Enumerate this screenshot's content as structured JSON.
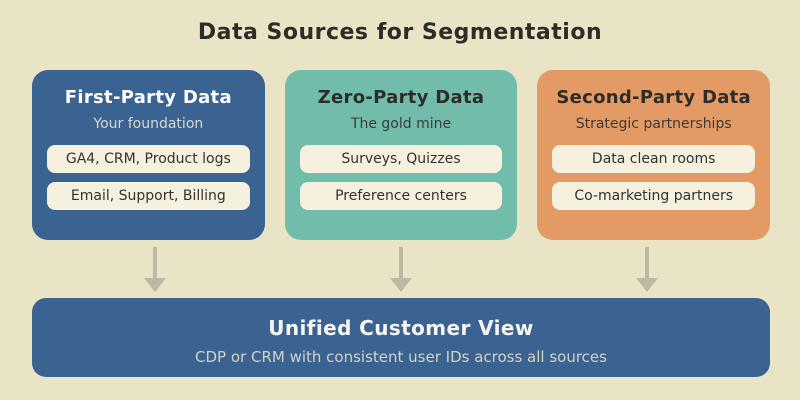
{
  "title": "Data Sources for Segmentation",
  "cards": [
    {
      "title": "First-Party Data",
      "subtitle": "Your foundation",
      "items": [
        "GA4, CRM, Product logs",
        "Email, Support, Billing"
      ],
      "bg_color": "#3b6391",
      "title_color": "#ffffff",
      "subtitle_color": "#d9d8d0"
    },
    {
      "title": "Zero-Party Data",
      "subtitle": "The gold mine",
      "items": [
        "Surveys, Quizzes",
        "Preference centers"
      ],
      "bg_color": "#71bcab",
      "title_color": "#2e2c29",
      "subtitle_color": "#3b3a37"
    },
    {
      "title": "Second-Party Data",
      "subtitle": "Strategic partnerships",
      "items": [
        "Data clean rooms",
        "Co-marketing partners"
      ],
      "bg_color": "#e49a64",
      "title_color": "#2e2c29",
      "subtitle_color": "#3b3a37"
    }
  ],
  "footer": {
    "title": "Unified Customer View",
    "subtitle": "CDP or CRM with consistent user IDs across all sources",
    "bg_color": "#3b6391"
  },
  "colors": {
    "background": "#e8e4c5",
    "pill_background": "#f6f0df",
    "pill_text": "#333230",
    "arrow": "#bdb8a3",
    "title_text": "#2e2c29"
  }
}
